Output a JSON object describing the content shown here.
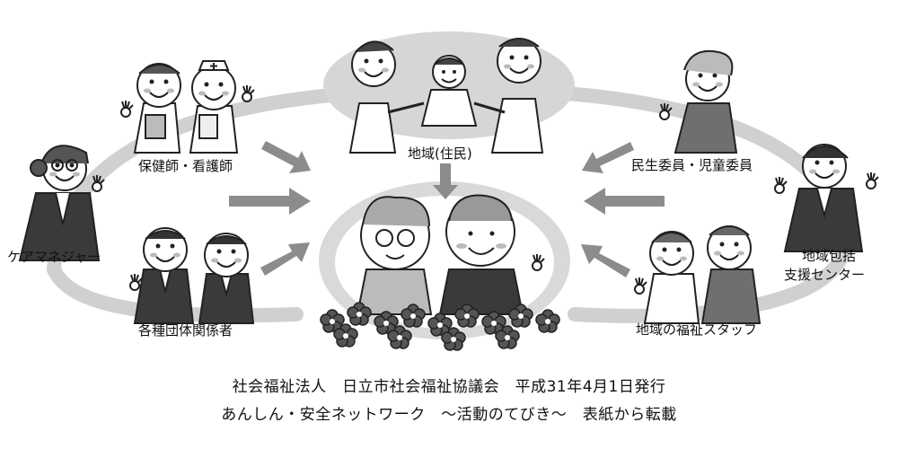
{
  "labels": {
    "hokenshi": "保健師・看護師",
    "chiiki": "地域(住民)",
    "minsei": "民生委員・児童委員",
    "caremanager": "ケアマネジャー",
    "houkatsu_line1": "地域包括",
    "houkatsu_line2": "支援センター",
    "dantai": "各種団体関係者",
    "staff": "地域の福祉スタッフ"
  },
  "caption": {
    "line1": "社会福祉法人　日立市社会福祉協議会　平成31年4月1日発行",
    "line2": "あんしん・安全ネットワーク　～活動のてびき～　表紙から転載"
  },
  "colors": {
    "ring": "#cfcfcf",
    "arrow": "#8c8c8c",
    "line": "#222222",
    "vest": "#6f6f6f",
    "dark": "#3a3a3a"
  }
}
